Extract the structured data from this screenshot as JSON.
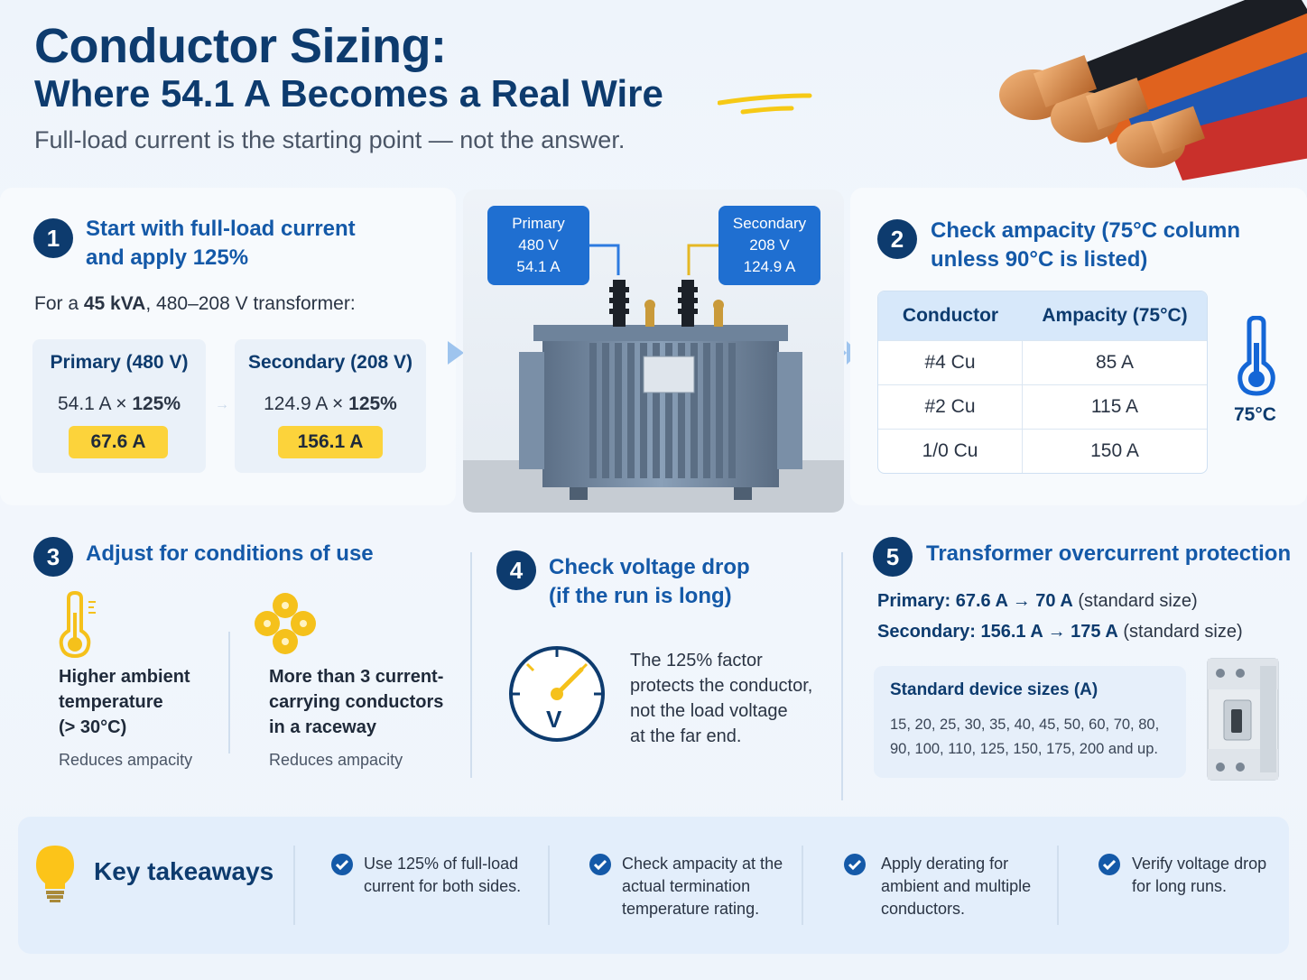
{
  "header": {
    "title": "Conductor Sizing:",
    "subtitle_line": "Where 54.1 A Becomes a Real Wire",
    "tagline": "Full-load current is the starting point — not the answer."
  },
  "step1": {
    "number": "1",
    "title_line1": "Start with full-load current",
    "title_line2": "and apply 125%",
    "intro_prefix": "For a ",
    "intro_bold": "45 kVA",
    "intro_suffix": ", 480–208 V transformer:",
    "primary": {
      "head": "Primary (480 V)",
      "calc_a": "54.1 A × ",
      "calc_b": "125%",
      "result": "67.6 A"
    },
    "secondary": {
      "head": "Secondary (208 V)",
      "calc_a": "124.9 A × ",
      "calc_b": "125%",
      "result": "156.1 A"
    }
  },
  "transformer": {
    "primary_callout": [
      "Primary",
      "480 V",
      "54.1 A"
    ],
    "secondary_callout": [
      "Secondary",
      "208 V",
      "124.9 A"
    ]
  },
  "step2": {
    "number": "2",
    "title_line1": "Check ampacity (75°C column",
    "title_line2": "unless 90°C is listed)",
    "table": {
      "headers": [
        "Conductor",
        "Ampacity (75°C)"
      ],
      "rows": [
        [
          "#4 Cu",
          "85 A"
        ],
        [
          "#2 Cu",
          "115 A"
        ],
        [
          "1/0 Cu",
          "150 A"
        ]
      ]
    },
    "temp_label": "75°C"
  },
  "step3": {
    "number": "3",
    "title": "Adjust for conditions of use",
    "cond1": {
      "l1": "Higher ambient",
      "l2": "temperature",
      "l3": "(> 30°C)",
      "note": "Reduces ampacity"
    },
    "cond2": {
      "l1": "More than 3 current-",
      "l2": "carrying conductors",
      "l3": "in a raceway",
      "note": "Reduces ampacity"
    }
  },
  "step4": {
    "number": "4",
    "title_line1": "Check voltage drop",
    "title_line2": "(if the run is long)",
    "meter_label": "V",
    "body": [
      "The 125% factor",
      "protects the conductor,",
      "not the load voltage",
      "at the far end."
    ]
  },
  "step5": {
    "number": "5",
    "title": "Transformer overcurrent protection",
    "primary_bold": "Primary: 67.6 A → 70 A",
    "primary_note": " (standard size)",
    "secondary_bold": "Secondary: 156.1 A → 175 A",
    "secondary_note": " (standard size)",
    "std_title": "Standard device sizes (A)",
    "std_line1": "15, 20, 25, 30, 35, 40, 45, 50, 60, 70, 80,",
    "std_line2": "90, 100, 110, 125, 150, 175, 200 and up."
  },
  "takeaways": {
    "title": "Key takeaways",
    "items": [
      [
        "Use 125% of full-load",
        "current for both sides."
      ],
      [
        "Check ampacity at the",
        "actual termination",
        "temperature rating."
      ],
      [
        "Apply derating for",
        "ambient and multiple",
        "conductors."
      ],
      [
        "Verify voltage drop",
        "for long runs."
      ]
    ]
  },
  "colors": {
    "navy": "#0d3b6e",
    "accent_blue": "#1459a8",
    "highlight_yellow": "#fcd33b",
    "callout_blue": "#1f6fd1"
  }
}
